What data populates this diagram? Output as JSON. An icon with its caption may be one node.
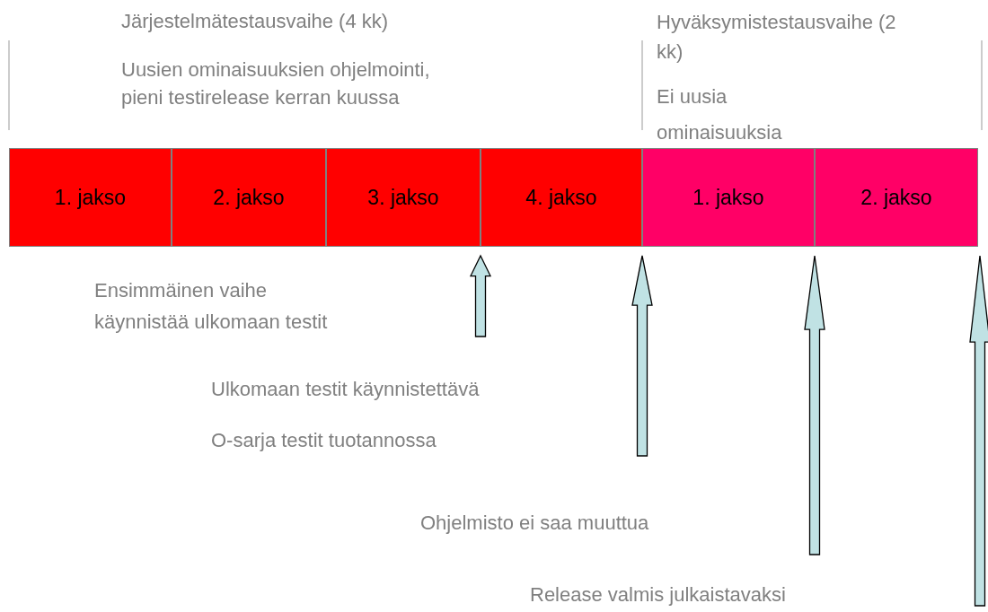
{
  "diagram": {
    "nodes": [
      {
        "text": [
          "1. jakso"
        ]
      },
      {
        "text": [
          "2. jakso"
        ]
      },
      {
        "text": [
          "3. jakso"
        ]
      },
      {
        "text": [
          "4. jakso"
        ]
      },
      {
        "text": [
          "1. jakso"
        ]
      },
      {
        "text": [
          "2. jakso"
        ]
      }
    ],
    "edges": [
      {
        "from": null,
        "to": 3,
        "arrow": "to"
      },
      {
        "from": null,
        "to": 4,
        "arrow": "to"
      },
      {
        "from": null,
        "to": 5,
        "arrow": "to"
      },
      {
        "from": null,
        "to": 5,
        "arrow": "to"
      }
    ],
    "labels": [
      "Järjestelmätestausvaihe (4 kk)",
      "Uusien ominaisuuksien ohjelmointi, pieni testirelease kerran kuussa",
      "Hyväksymistestausvaihe (2 kk)",
      "Ei uusia ominaisuuksia",
      "Ensimmäinen vaihe käynnistää ulkomaan testit",
      "Ulkomaan testit käynnistettävä",
      "O-sarja testit tuotannossa",
      "Ohjelmisto ei saa muuttua",
      "Release valmis julkaistavaksi"
    ]
  }
}
